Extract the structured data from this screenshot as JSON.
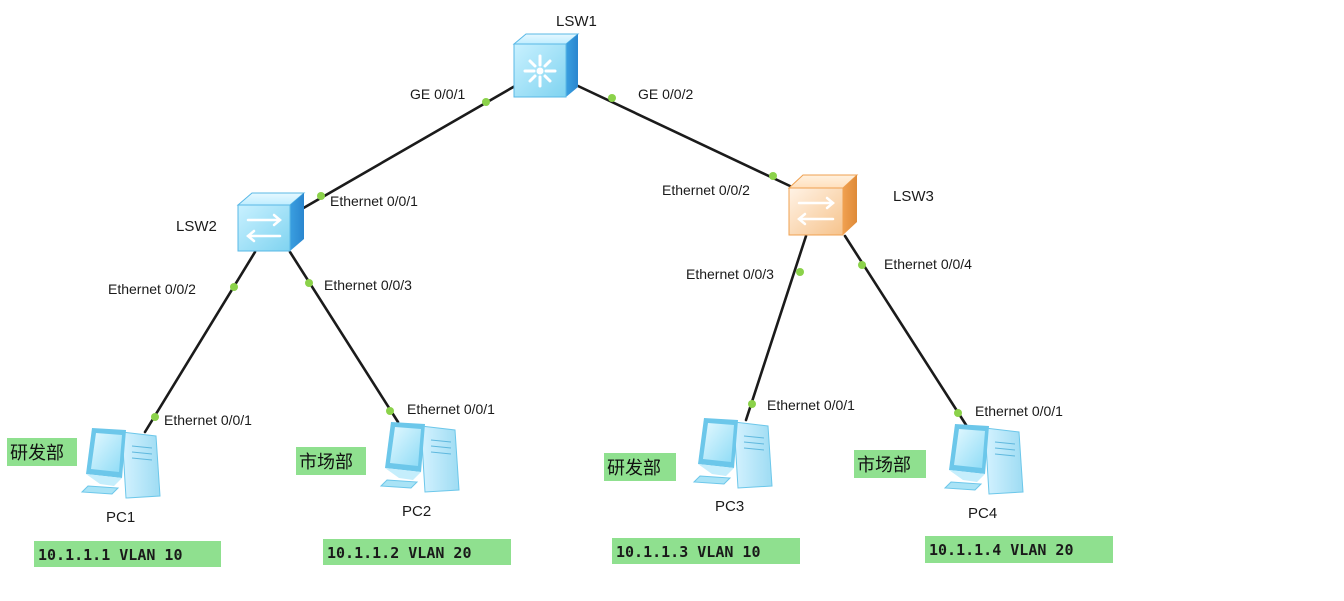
{
  "devices": {
    "lsw1": {
      "label": "LSW1",
      "icon": "core-switch-icon"
    },
    "lsw2": {
      "label": "LSW2",
      "icon": "switch-icon"
    },
    "lsw3": {
      "label": "LSW3",
      "icon": "switch-icon"
    },
    "pc1": {
      "label": "PC1",
      "icon": "pc-icon"
    },
    "pc2": {
      "label": "PC2",
      "icon": "pc-icon"
    },
    "pc3": {
      "label": "PC3",
      "icon": "pc-icon"
    },
    "pc4": {
      "label": "PC4",
      "icon": "pc-icon"
    }
  },
  "ports": {
    "lsw1_ge1": "GE 0/0/1",
    "lsw1_ge2": "GE 0/0/2",
    "lsw2_up": "Ethernet 0/0/1",
    "lsw2_e2": "Ethernet 0/0/2",
    "lsw2_e3": "Ethernet 0/0/3",
    "lsw3_up": "Ethernet 0/0/2",
    "lsw3_e3": "Ethernet 0/0/3",
    "lsw3_e4": "Ethernet 0/0/4",
    "pc1_e": "Ethernet 0/0/1",
    "pc2_e": "Ethernet 0/0/1",
    "pc3_e": "Ethernet 0/0/1",
    "pc4_e": "Ethernet 0/0/1"
  },
  "departments": {
    "pc1": "研发部",
    "pc2": "市场部",
    "pc3": "研发部",
    "pc4": "市场部"
  },
  "addresses": {
    "pc1": "10.1.1.1 VLAN 10",
    "pc2": "10.1.1.2 VLAN 20",
    "pc3": "10.1.1.3 VLAN 10",
    "pc4": "10.1.1.4 VLAN 20"
  },
  "colors": {
    "link": "#1b1b1b",
    "port_dot": "#8bd24a",
    "badge": "#8fe08f",
    "switch_blue": "#7fd3f0",
    "switch_orange": "#f2a860"
  }
}
